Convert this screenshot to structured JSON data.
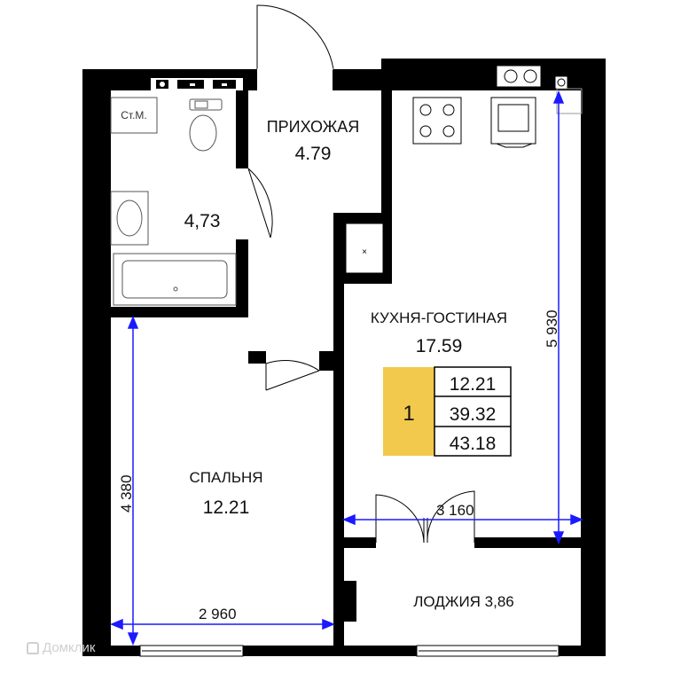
{
  "rooms": {
    "hallway": {
      "name": "ПРИХОЖАЯ",
      "area": "4.79"
    },
    "bathroom": {
      "area": "4,73",
      "washer": "Ст.М."
    },
    "kitchen_living": {
      "name": "КУХНЯ-ГОСТИНАЯ",
      "area": "17.59"
    },
    "bedroom": {
      "name": "СПАЛЬНЯ",
      "area": "12.21"
    },
    "loggia": {
      "name": "ЛОДЖИЯ 3,86"
    }
  },
  "summary": {
    "room_count": "1",
    "living_area": "12.21",
    "total_area_no_loggia": "39.32",
    "total_area": "43.18",
    "badge_color": "#f2c94c"
  },
  "dimensions": {
    "kitchen_height": "5 930",
    "kitchen_width": "3 160",
    "bedroom_height": "4 380",
    "bedroom_width": "2 960"
  },
  "watermark": "Домклик",
  "colors": {
    "wall": "#000000",
    "dimension_line": "#1a1aff",
    "badge": "#f2c94c"
  }
}
